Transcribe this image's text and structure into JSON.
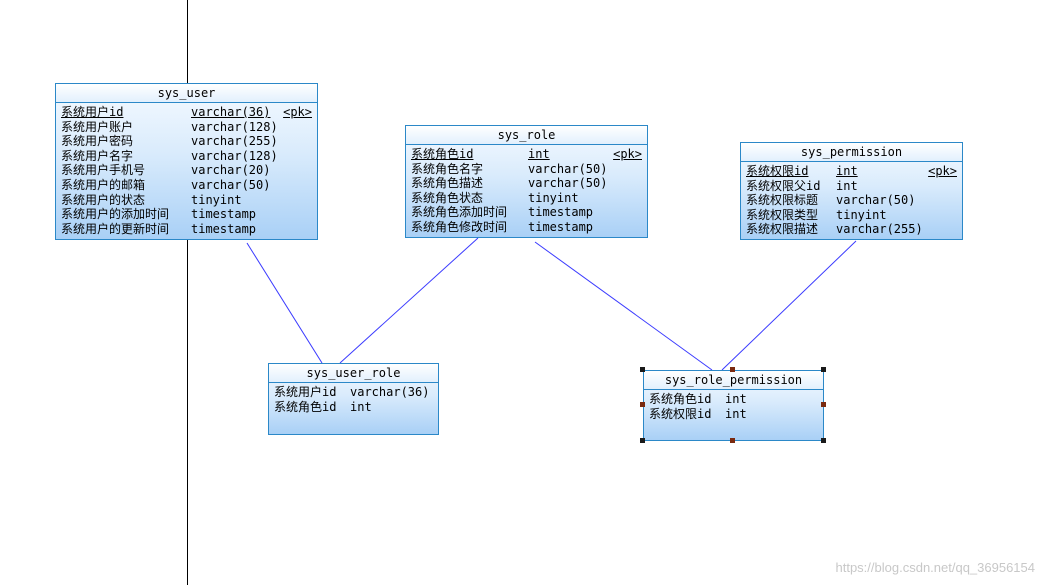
{
  "entities": {
    "sys_user": {
      "title": "sys_user",
      "columns": [
        {
          "name": "系统用户id",
          "type": "varchar(36)",
          "key": "<pk>"
        },
        {
          "name": "系统用户账户",
          "type": "varchar(128)",
          "key": ""
        },
        {
          "name": "系统用户密码",
          "type": "varchar(255)",
          "key": ""
        },
        {
          "name": "系统用户名字",
          "type": "varchar(128)",
          "key": ""
        },
        {
          "name": "系统用户手机号",
          "type": "varchar(20)",
          "key": ""
        },
        {
          "name": "系统用户的邮箱",
          "type": "varchar(50)",
          "key": ""
        },
        {
          "name": "系统用户的状态",
          "type": "tinyint",
          "key": ""
        },
        {
          "name": "系统用户的添加时间",
          "type": "timestamp",
          "key": ""
        },
        {
          "name": "系统用户的更新时间",
          "type": "timestamp",
          "key": ""
        }
      ]
    },
    "sys_role": {
      "title": "sys_role",
      "columns": [
        {
          "name": "系统角色id",
          "type": "int",
          "key": "<pk>"
        },
        {
          "name": "系统角色名字",
          "type": "varchar(50)",
          "key": ""
        },
        {
          "name": "系统角色描述",
          "type": "varchar(50)",
          "key": ""
        },
        {
          "name": "系统角色状态",
          "type": "tinyint",
          "key": ""
        },
        {
          "name": "系统角色添加时间",
          "type": "timestamp",
          "key": ""
        },
        {
          "name": "系统角色修改时间",
          "type": "timestamp",
          "key": ""
        }
      ]
    },
    "sys_permission": {
      "title": "sys_permission",
      "columns": [
        {
          "name": "系统权限id",
          "type": "int",
          "key": "<pk>"
        },
        {
          "name": "系统权限父id",
          "type": "int",
          "key": ""
        },
        {
          "name": "系统权限标题",
          "type": "varchar(50)",
          "key": ""
        },
        {
          "name": "系统权限类型",
          "type": "tinyint",
          "key": ""
        },
        {
          "name": "系统权限描述",
          "type": "varchar(255)",
          "key": ""
        }
      ]
    },
    "sys_user_role": {
      "title": "sys_user_role",
      "columns": [
        {
          "name": "系统用户id",
          "type": "varchar(36)",
          "key": ""
        },
        {
          "name": "系统角色id",
          "type": "int",
          "key": ""
        }
      ]
    },
    "sys_role_permission": {
      "title": "sys_role_permission",
      "columns": [
        {
          "name": "系统角色id",
          "type": "int",
          "key": ""
        },
        {
          "name": "系统权限id",
          "type": "int",
          "key": ""
        }
      ]
    }
  },
  "watermark": "https://blog.csdn.net/qq_36956154",
  "colors": {
    "border": "#2b88c8",
    "link": "#3a3aff",
    "fill_top": "#f5faff",
    "fill_bottom": "#a9d0f6"
  }
}
